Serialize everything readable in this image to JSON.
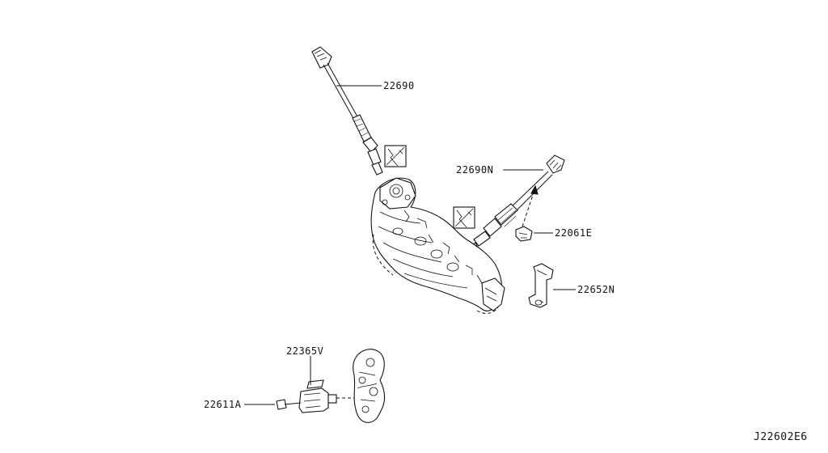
{
  "diagram": {
    "id_code": "J22602E6",
    "labels": {
      "upper_o2_sensor": "22690",
      "lower_o2_sensor": "22690N",
      "sensor_cap": "22061E",
      "bracket": "22652N",
      "crank_sensor": "22365V",
      "bolt": "22611A"
    }
  }
}
